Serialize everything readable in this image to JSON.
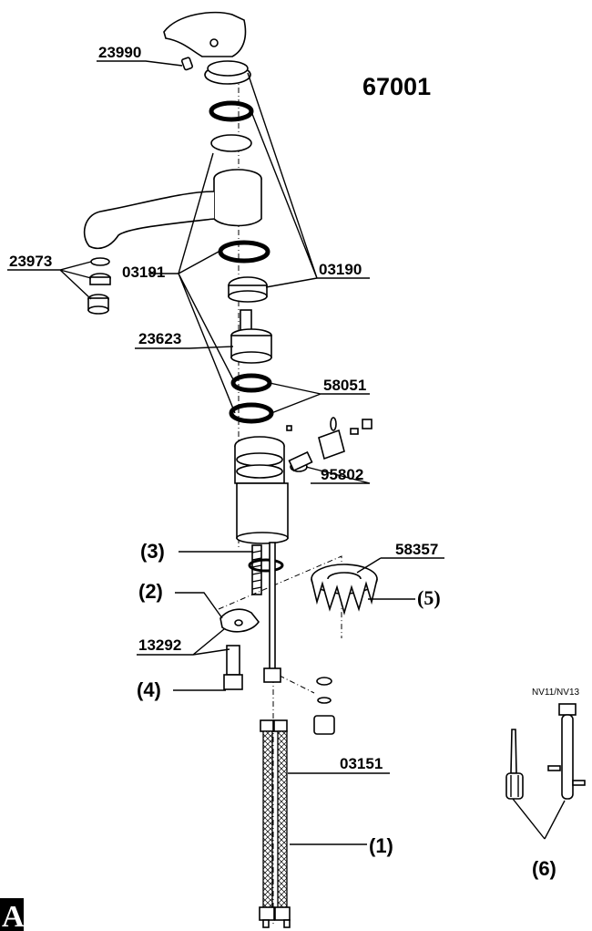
{
  "model_number": "67001",
  "corner_letter": "A",
  "labels": {
    "p23990": "23990",
    "p23973": "23973",
    "p03191": "03191",
    "p03190": "03190",
    "p23623": "23623",
    "p58051": "58051",
    "p95802": "95802",
    "p58357": "58357",
    "p13292": "13292",
    "p03151": "03151",
    "n1": "(1)",
    "n2": "(2)",
    "n3": "(3)",
    "n4": "(4)",
    "n5": "(5)",
    "n6": "(6)",
    "tool_size": "NV11/NV13"
  }
}
